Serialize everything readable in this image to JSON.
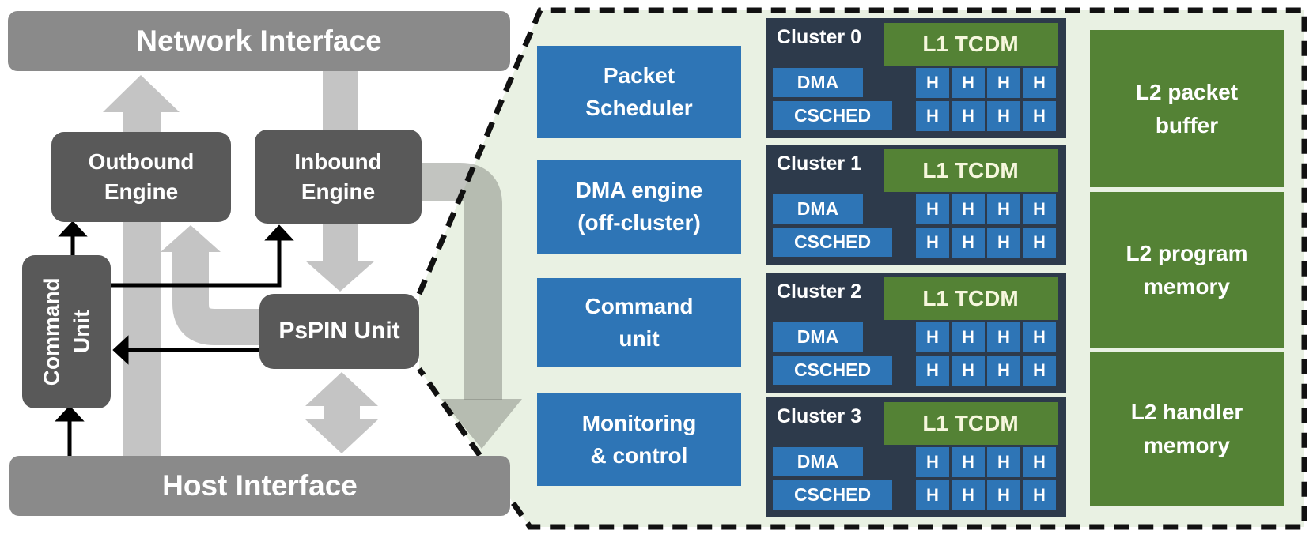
{
  "left_diagram": {
    "network_interface": "Network Interface",
    "outbound_engine": {
      "line1": "Outbound",
      "line2": "Engine"
    },
    "inbound_engine": {
      "line1": "Inbound",
      "line2": "Engine"
    },
    "command_unit": {
      "line1": "Command",
      "line2": "Unit"
    },
    "pspin_unit": "PsPIN Unit",
    "host_interface": "Host Interface"
  },
  "panel": {
    "modules": [
      {
        "line1": "Packet",
        "line2": "Scheduler"
      },
      {
        "line1": "DMA engine",
        "line2": "(off-cluster)"
      },
      {
        "line1": "Command",
        "line2": "unit"
      },
      {
        "line1": "Monitoring",
        "line2": "& control"
      }
    ],
    "clusters": {
      "items": [
        {
          "label": "Cluster 0"
        },
        {
          "label": "Cluster 1"
        },
        {
          "label": "Cluster 2"
        },
        {
          "label": "Cluster 3"
        }
      ],
      "l1_label": "L1 TCDM",
      "dma_label": "DMA",
      "csched_label": "CSCHED",
      "h_label": "H"
    },
    "l2_memories": [
      {
        "line1": "L2 packet",
        "line2": "buffer"
      },
      {
        "line1": "L2 program",
        "line2": "memory"
      },
      {
        "line1": "L2 handler",
        "line2": "memory"
      }
    ]
  },
  "colors": {
    "interface_bar_gray": "#8a8a8a",
    "unit_box_gray": "#595959",
    "arrow_gray": "#c4c4c4",
    "cluster_navy": "#2d3a4b",
    "accent_blue": "#2e75b6",
    "accent_green": "#548235",
    "panel_background": "#e9f1e3",
    "l1_text_ivory": "#f6f7dd"
  }
}
